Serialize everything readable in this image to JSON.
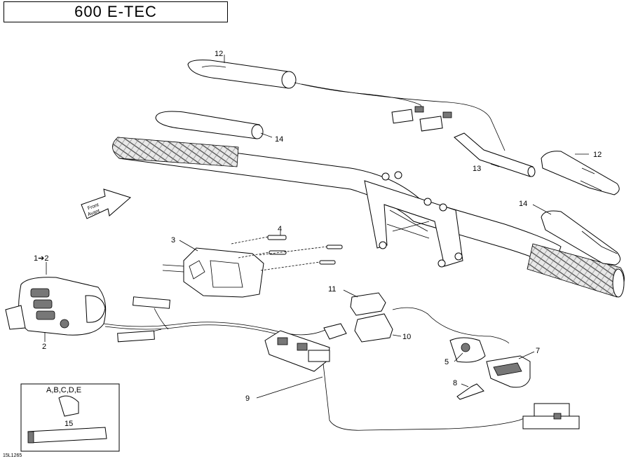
{
  "title": "600 E-TEC",
  "drawing_code": "15L1265",
  "front_label_1": "Front",
  "front_label_2": "Avant",
  "kit_labels": "A,B,C,D,E",
  "callouts": {
    "c12a": "12",
    "c14a": "14",
    "c12b": "12",
    "c13": "13",
    "c14b": "14",
    "c4": "4",
    "c3": "3",
    "c1": "1➔2",
    "c2": "2",
    "c11": "11",
    "c10": "10",
    "c5": "5",
    "c7": "7",
    "c8": "8",
    "c9": "9",
    "c15": "15"
  }
}
